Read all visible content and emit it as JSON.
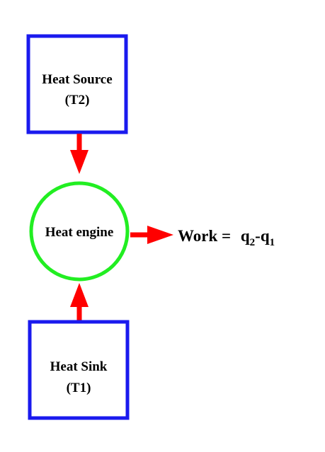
{
  "colors": {
    "box_stroke": "#1a1aee",
    "engine_stroke": "#22ee22",
    "arrow": "#ff0000",
    "text": "#000000",
    "background": "#ffffff"
  },
  "source": {
    "title": "Heat Source",
    "temp": "(T2)"
  },
  "engine": {
    "label": "Heat engine"
  },
  "sink": {
    "title": "Heat Sink",
    "temp": "(T1)"
  },
  "work": {
    "prefix": "Work = ",
    "q_a": "q",
    "sub_a": "2",
    "minus": "-",
    "q_b": "q",
    "sub_b": "1"
  }
}
